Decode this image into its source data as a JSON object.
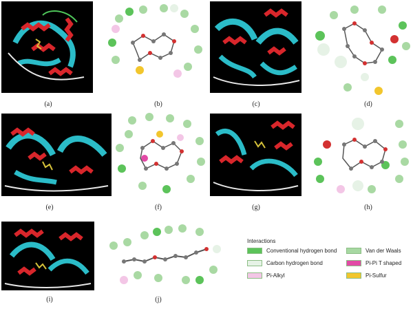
{
  "panels": [
    {
      "id": "a",
      "label": "(a)",
      "kind": "protein"
    },
    {
      "id": "b",
      "label": "(b)",
      "kind": "diagram"
    },
    {
      "id": "c",
      "label": "(c)",
      "kind": "protein"
    },
    {
      "id": "d",
      "label": "(d)",
      "kind": "diagram"
    },
    {
      "id": "e",
      "label": "(e)",
      "kind": "protein"
    },
    {
      "id": "f",
      "label": "(f)",
      "kind": "diagram"
    },
    {
      "id": "g",
      "label": "(g)",
      "kind": "protein"
    },
    {
      "id": "h",
      "label": "(h)",
      "kind": "diagram"
    },
    {
      "id": "i",
      "label": "(i)",
      "kind": "protein"
    },
    {
      "id": "j",
      "label": "(j)",
      "kind": "diagram"
    }
  ],
  "legend": {
    "title": "Interactions",
    "items": [
      {
        "label": "Conventional hydrogen bond",
        "color": "#5cc35a"
      },
      {
        "label": "Carbon hydrogen bond",
        "color": "#e6f2e6"
      },
      {
        "label": "Pi-Alkyl",
        "color": "#f3c6e6"
      },
      {
        "label": "Van der Waals",
        "color": "#a7d8a2"
      },
      {
        "label": "Pi-Pi T shaped",
        "color": "#e24aa6"
      },
      {
        "label": "Pi-Sulfur",
        "color": "#f2c62d"
      }
    ]
  },
  "colors": {
    "helix": "#d8262b",
    "sheet": "#2bbcc8",
    "coil": "#e8e8e8",
    "loop": "#4fc65a",
    "ligand": "#d6c23a",
    "atom_carbon": "#777777",
    "atom_oxygen": "#d33131",
    "residue_green": "#a9d9a3"
  }
}
